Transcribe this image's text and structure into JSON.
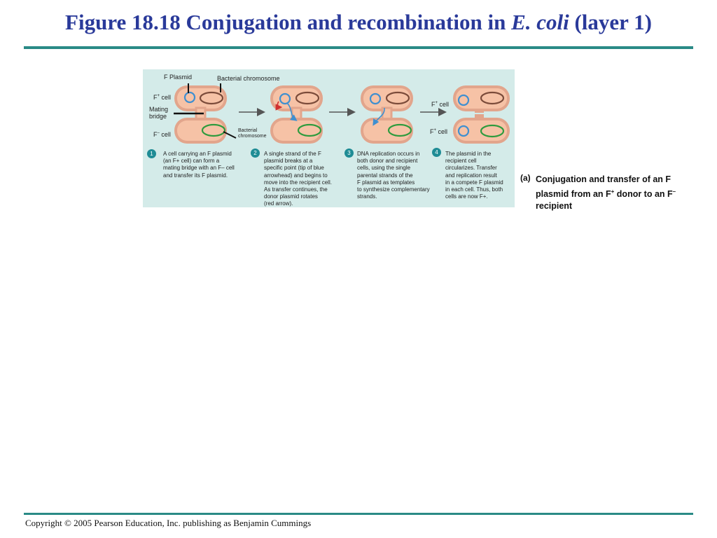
{
  "title": {
    "prefix": "Figure 18.18 Conjugation and recombination in ",
    "italic": "E. coli",
    "suffix": " (layer 1)"
  },
  "figure": {
    "labels": {
      "f_plasmid": "F Plasmid",
      "bacterial_chromosome": "Bacterial chromosome",
      "f_plus_cell_base": "F",
      "f_plus_sign": "+",
      "cell_word": " cell",
      "mating_bridge": "Mating\nbridge",
      "f_minus_sign": "–",
      "bacterial_chromosome_small": "Bacterial\nchromosome"
    },
    "steps": [
      {
        "num": "1",
        "text": "A cell carrying an F plasmid\n(an F+ cell) can form a\nmating bridge with an F– cell\nand transfer its F plasmid."
      },
      {
        "num": "2",
        "text": "A single strand of the F\nplasmid breaks at a\nspecific point (tip of blue\narrowhead) and begins to\nmove into the recipient cell.\nAs transfer continues, the\ndonor plasmid rotates\n(red arrow)."
      },
      {
        "num": "3",
        "text": "DNA replication occurs in\nboth donor and recipient\ncells, using the single\nparental strands of the\nF plasmid as templates\nto synthesize complementary\nstrands."
      },
      {
        "num": "4",
        "text": "The plasmid in the\nrecipient cell\ncircularizes. Transfer\nand replication  result\nin a compete F  plasmid\nin each cell. Thus, both\ncells are now F+."
      }
    ],
    "colors": {
      "panel_bg": "#d4ebe9",
      "cell_outer": "#e2a58c",
      "cell_inner": "#f6c2a6",
      "plasmid": "#3f8fd0",
      "chromosome_donor": "#7b4b3a",
      "chromosome_recipient": "#2f9b3e",
      "step_badge": "#1f8c95",
      "title": "#2a3a9a",
      "rule": "#2a8a86"
    }
  },
  "caption": {
    "tag": "(a)",
    "text_1": "Conjugation and transfer of an F plasmid from an F",
    "sup_plus": "+",
    "text_2": " donor to an F",
    "sup_minus": "–",
    "text_3": "  recipient"
  },
  "footer": {
    "copyright": "Copyright © 2005 Pearson Education, Inc. publishing as Benjamin Cummings"
  }
}
